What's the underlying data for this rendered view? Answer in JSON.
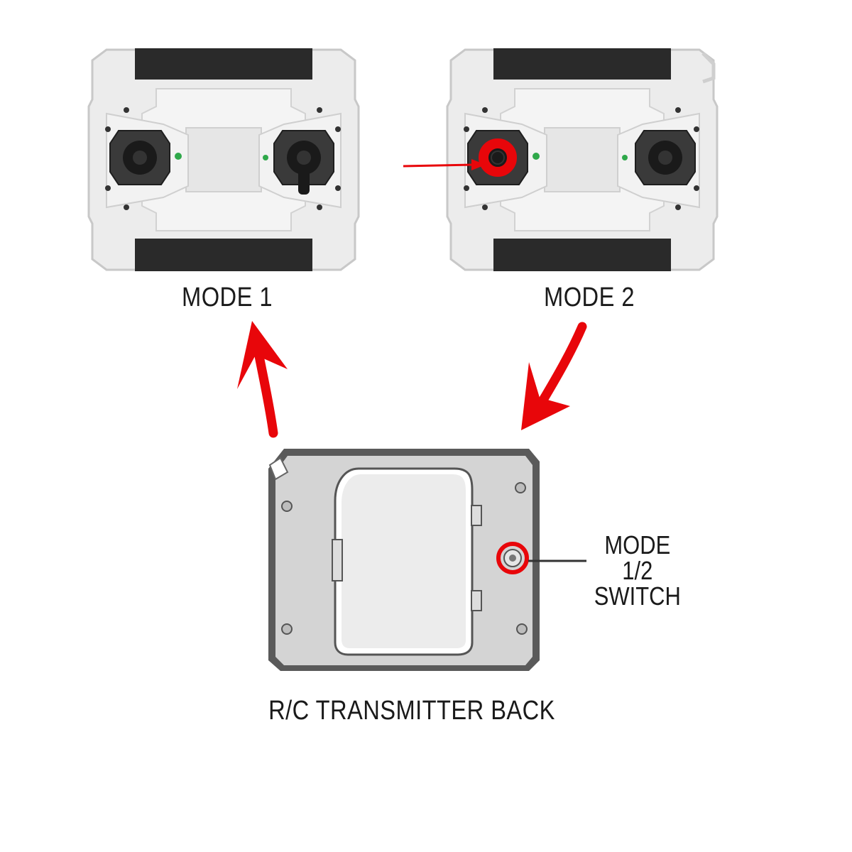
{
  "labels": {
    "mode1": "MODE 1",
    "mode2": "MODE 2",
    "switch_line1": "MODE 1/2",
    "switch_line2": "SWITCH",
    "transmitter_back": "R/C TRANSMITTER BACK"
  },
  "colors": {
    "arrow": "#e8060a",
    "body": "#ebebeb",
    "grip": "#2a2a2a",
    "back_body": "#cfcfcf",
    "back_frame": "#555555"
  },
  "icons": {
    "joystick": "joystick-icon",
    "led": "green-led-icon",
    "switch": "mode-switch-icon"
  }
}
